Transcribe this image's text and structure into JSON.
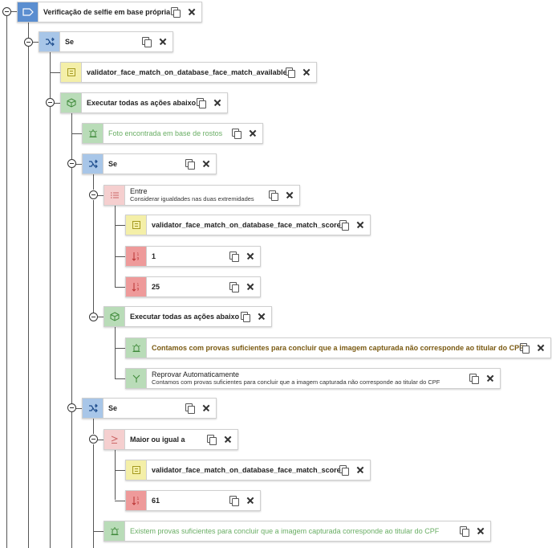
{
  "nodes": {
    "root": {
      "label": "Verificação de selfie em base própria"
    },
    "se1": {
      "label": "Se"
    },
    "cond1": {
      "label": "validator_face_match_on_database_face_match_available"
    },
    "exec1": {
      "label": "Executar todas as ações abaixo"
    },
    "foto": {
      "label": "Foto encontrada em base de rostos"
    },
    "se2": {
      "label": "Se"
    },
    "entre": {
      "label": "Entre",
      "sublabel": "Considerar igualdades nas duas extremidades"
    },
    "score1": {
      "label": "validator_face_match_on_database_face_match_score"
    },
    "num1": {
      "label": "1"
    },
    "num25": {
      "label": "25"
    },
    "exec2": {
      "label": "Executar todas as ações abaixo"
    },
    "contamos": {
      "label": "Contamos com provas suficientes para concluir que a imagem capturada não corresponde ao titular do CPF"
    },
    "reprovar": {
      "label": "Reprovar Automaticamente",
      "sublabel": "Contamos com provas suficientes para concluir que a imagem capturada não corresponde ao titular do CPF"
    },
    "se3": {
      "label": "Se"
    },
    "maior": {
      "label": "Maior ou igual a"
    },
    "score2": {
      "label": "validator_face_match_on_database_face_match_score"
    },
    "num61": {
      "label": "61"
    },
    "existem": {
      "label": "Existem provas suficientes para concluir que a imagem capturada corresponde ao titular do CPF"
    }
  },
  "icons": {
    "root": "trigger-icon",
    "se": "branch-icon",
    "variable": "variable-icon",
    "exec": "cube-icon",
    "alert": "alert-icon",
    "between": "list-icon",
    "number": "sort-numeric-icon",
    "reject": "reject-icon",
    "gte": "greater-equal-icon"
  },
  "colors": {
    "root": "#5b8ed0",
    "se": "#a8c6e8",
    "variable": "#f4efa8",
    "action": "#b9dcb8",
    "comparator": "#f5cfcf",
    "number": "#ee9a9a"
  }
}
